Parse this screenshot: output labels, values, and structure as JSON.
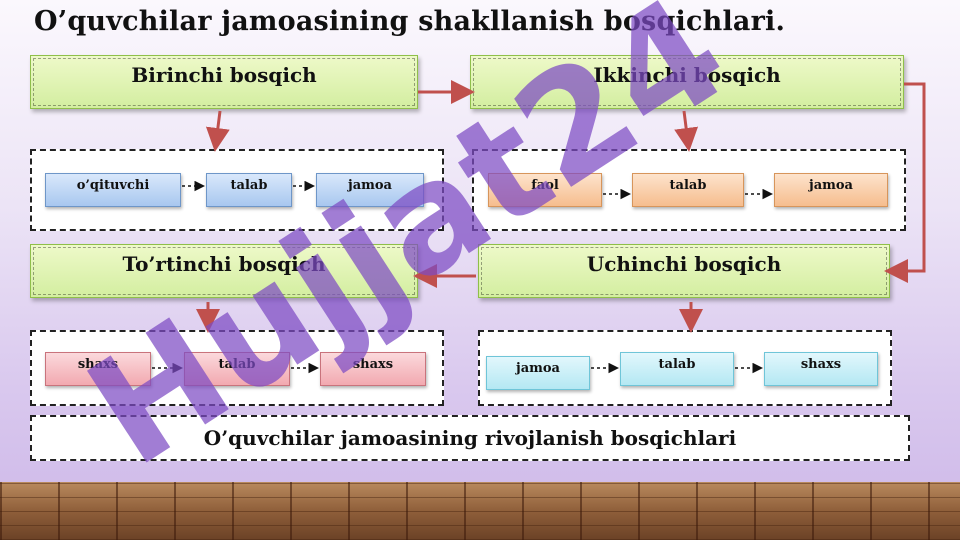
{
  "title": "O’quvchilar jamoasining shakllanish bosqichlari.",
  "stages": {
    "first": "Birinchi bosqich",
    "second": "Ikkinchi bosqich",
    "third": "Uchinchi bosqich",
    "fourth": "To’rtinchi bosqich"
  },
  "flows": {
    "first": [
      "o’qituvchi",
      "talab",
      "jamoa"
    ],
    "second": [
      "faol",
      "talab",
      "jamoa"
    ],
    "fourth": [
      "shaxs",
      "talab",
      "shaxs"
    ],
    "third": [
      "jamoa",
      "talab",
      "shaxs"
    ]
  },
  "bottom_label": "O’quvchilar jamoasining rivojlanish bosqichlari",
  "watermark": "Hujjat24",
  "colors": {
    "stage_fill": "#d3eea0",
    "arrow": "#c0504d",
    "watermark": "#7d4bc4",
    "blue": "#a8c7ef",
    "orange": "#f6bd8e",
    "pink": "#f2a9b0",
    "cyan": "#b4e8f3"
  }
}
